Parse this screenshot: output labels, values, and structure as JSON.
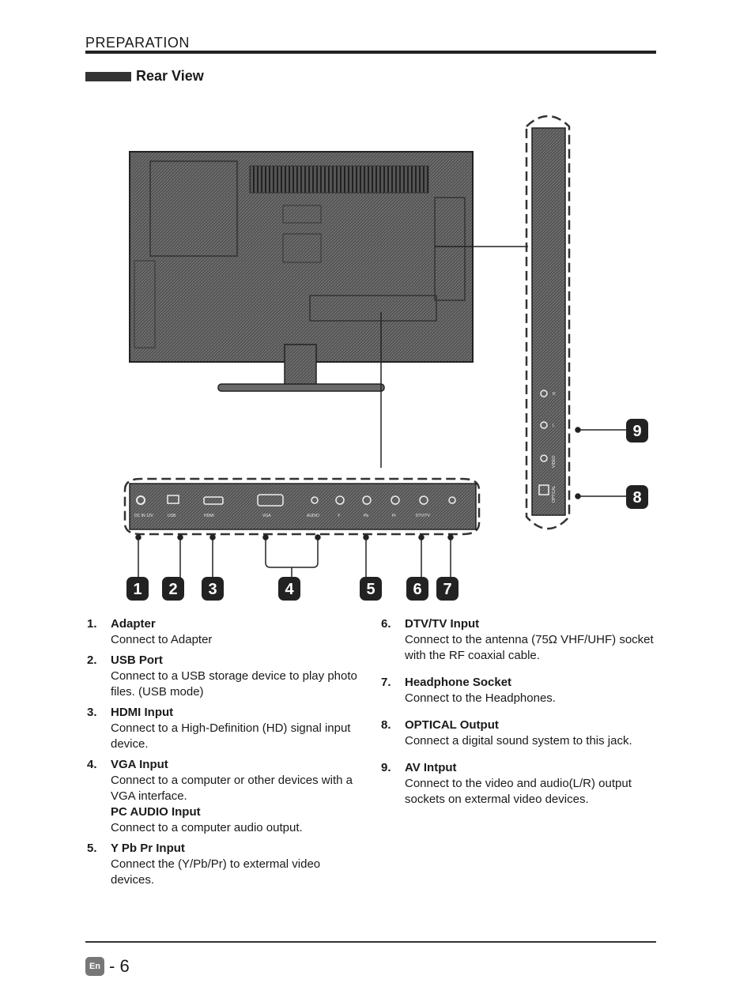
{
  "header": {
    "section": "PREPARATION",
    "subtitle": "Rear View"
  },
  "diagram": {
    "callouts": [
      "1",
      "2",
      "3",
      "4",
      "5",
      "6",
      "7",
      "8",
      "9"
    ],
    "bottom_panel_labels": [
      "DC IN 12V",
      "USB",
      "HDMI",
      "VGA",
      "AUDIO",
      "Y",
      "Pb",
      "Pr",
      "DTV/TV"
    ],
    "side_panel_labels": [
      "R",
      "L",
      "VIDEO",
      "OPTICAL"
    ]
  },
  "items_left": [
    {
      "num": "1.",
      "title": "Adapter",
      "desc": "Connect to Adapter"
    },
    {
      "num": "2.",
      "title": "USB Port",
      "desc": "Connect to a USB storage device to play photo files. (USB mode)"
    },
    {
      "num": "3.",
      "title": "HDMI Input",
      "desc": "Connect to a High-Definition (HD) signal input device."
    },
    {
      "num": "4.",
      "title": "VGA Input",
      "desc": "Connect to a computer or other devices with a VGA interface.",
      "title2": "PC AUDIO Input",
      "desc2": "Connect to a computer audio output."
    },
    {
      "num": "5.",
      "title": "Y Pb Pr Input",
      "desc": "Connect the (Y/Pb/Pr)  to extermal video devices."
    }
  ],
  "items_right": [
    {
      "num": "6.",
      "title": "DTV/TV Input",
      "desc": "Connect to the antenna (75Ω VHF/UHF) socket with the RF coaxial cable."
    },
    {
      "num": "7.",
      "title": "Headphone Socket",
      "desc": "Connect to the Headphones."
    },
    {
      "num": "8.",
      "title": "OPTICAL Output",
      "desc": "Connect a digital sound system to this jack."
    },
    {
      "num": "9.",
      "title": "AV Intput",
      "desc": "Connect to the video and audio(L/R) output sockets on extermal video devices."
    }
  ],
  "footer": {
    "lang": "En",
    "page": "- 6"
  }
}
